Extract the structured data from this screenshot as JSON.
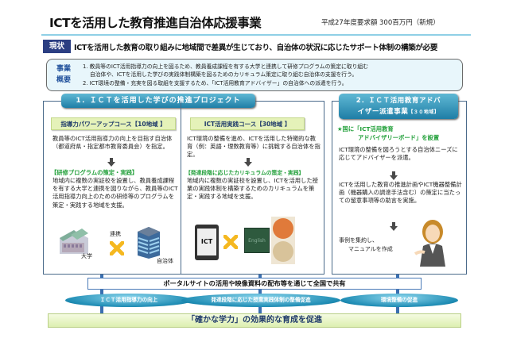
{
  "header": {
    "title": "ICTを活用した教育推進自治体応援事業",
    "budget": "平成27年度要求額 300百万円（新規）"
  },
  "current_state": {
    "tag": "現状",
    "text": "ICTを活用した教育の取り組みに地域間で差異が生じており、自治体の状況に応じたサポート体制の構築が必要"
  },
  "overview": {
    "label_line1": "事業",
    "label_line2": "概要",
    "lines": [
      "1. 教員等のICT活用指導力の向上を図るため、教員養成課程を有する大学と連携して研修プログラムの策定に取り組む",
      "　 自治体や、ICTを活用した学びの実践体制構築を図るためのカリキュラム策定に取り組む自治体の支援を行う。",
      "2. ICT環境の整備・充実を図る取組を支援するため、「ICT活用教育アドバイザー」の自治体への派遣を行う。"
    ]
  },
  "project1": {
    "title": "1．ＩＣＴを活用した学びの推進プロジェクト",
    "course1": {
      "title": "指導力パワーアップコース【10地域 】",
      "intro": "教員等のICT活用指導力の向上を目指す自治体（都道府県・指定都市教育委員会）を指定。",
      "subhead": "【研修プログラムの策定・実践】",
      "detail": "地域内に複数の実証校を設置し、教員養成課程を有する大学と連携を図りながら、教員等のICT活用指導力向上のための研修等のプログラムを策定・実践する地域を支援。",
      "label_collab": "連携",
      "label_university": "大学",
      "label_municipality": "自治体"
    },
    "course2": {
      "title": "ICT活用実践コース【30地域 】",
      "intro": "ICT環境の整備を進め、ICTを活用した特徴的な教育（例：英語・理数教育等）に挑戦する自治体を指定。",
      "subhead": "【発達段階に応じたカリキュラムの策定・実践】",
      "detail": "地域内に複数の実証校を設置し、ICTを活用した授業の実践体制を構築するためのカリキュラムを策定・実践する地域を支援。",
      "tablet_label": "ICT",
      "board_label": "English"
    }
  },
  "project2": {
    "title_line1": "2．ＩＣＴ活用教育アドバ",
    "title_line2": "イザー派遣事業",
    "title_badge": "【３０地域】",
    "star_line1": "★国に「ICT活用教育",
    "star_line2": "アドバイザリーボード」を設置",
    "text1": "ICT環境の整備を図ろうとする自治体ニーズに応じてアドバイザーを派遣。",
    "text2": "ICTを活用した教育の推進計画やICT機器整備計画（機器購入の調達手法含む）の策定に当たっての留意事項等の助言を実施。",
    "text3_line1": "事例を集約し、",
    "text3_line2": "マニュアルを作成"
  },
  "bottom": {
    "portal": "ポータルサイトの活用や映像資料の配布等を通じて全国で共有",
    "outcomes": [
      "ＩＣＴ活用指導力の向上",
      "発達段階に応じた授業実践体制の整備促進",
      "環境整備の促進"
    ],
    "result": "「確かな学力」の効果的な育成を促進"
  },
  "colors": {
    "accent_navy": "#2b3e82",
    "header_blue": "#1f7ea6",
    "green_text": "#22a03a",
    "course_bg": "#e5f2b9",
    "orange_cross": "#f5b820"
  }
}
